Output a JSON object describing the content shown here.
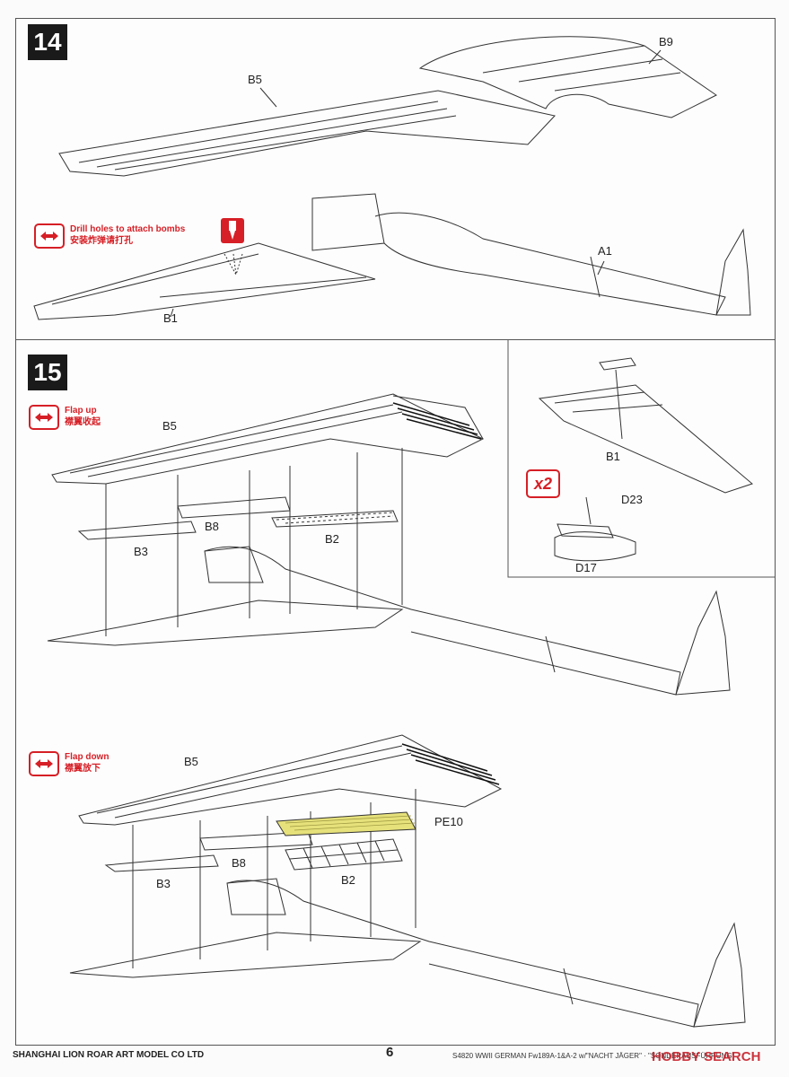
{
  "steps": [
    {
      "number": "14",
      "parts": [
        "B5",
        "B9",
        "A1",
        "B1"
      ],
      "note": {
        "en": "Drill holes to attach bombs",
        "zh": "安装炸弹请打孔"
      }
    },
    {
      "number": "15",
      "flap_up": {
        "en": "Flap up",
        "zh": "襟翼收起",
        "parts": [
          "B5",
          "B8",
          "B3",
          "B2"
        ]
      },
      "flap_down": {
        "en": "Flap down",
        "zh": "襟翼放下",
        "parts": [
          "B5",
          "PE10",
          "B8",
          "B3",
          "B2"
        ]
      },
      "inset": {
        "multiplier": "x2",
        "parts": [
          "B1",
          "D23",
          "D17"
        ]
      }
    }
  ],
  "footer": {
    "company": "SHANGHAI LION ROAR ART MODEL CO LTD",
    "page_number": "6",
    "kit_title": "S4820 WWII GERMAN Fw189A-1&A-2 w/\"NACHT JÄGER\" · \"SONDERAUSFÜHRUNG\"",
    "watermark": "HOBBY SEARCH"
  },
  "colors": {
    "accent": "#d61f26",
    "pe_part": "#e6e17a"
  }
}
